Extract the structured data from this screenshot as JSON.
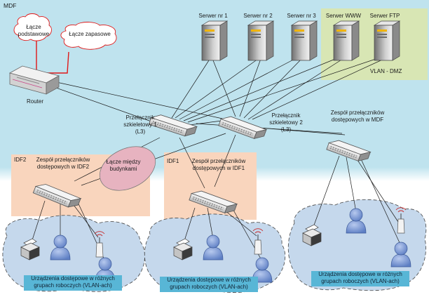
{
  "mdf_label": "MDF",
  "links": {
    "primary": "Łącze\npodstawowe",
    "backup": "Łącze zapasowe",
    "inter_building": "Łącze między\nbudynkami"
  },
  "router_label": "Router",
  "servers": [
    "Serwer nr 1",
    "Serwer nr 2",
    "Serwer nr 3",
    "Serwer WWW",
    "Serwer FTP"
  ],
  "dmz_label": "VLAN - DMZ",
  "core_switch_1": "Przełącznik\nszkieletowy 1\n(L3)",
  "core_switch_2": "Przełącznik\nszkieletowy 2\n(L3)",
  "mdf_access": "Zespół przełączników\ndostępowych w MDF",
  "idf2": {
    "tag": "IDF2",
    "title": "Zespół przełączników\ndostępowych w IDF2"
  },
  "idf1": {
    "tag": "IDF1",
    "title": "Zespół przełączników\ndostępowych w IDF1"
  },
  "device_group_caption": "Urządzenia dostępowe w różnych\ngrupach roboczych (VLAN-ach)",
  "colors": {
    "mdf_background": "#bfe3ee",
    "dmz_background": "#d8e6b4",
    "idf_background": "#f9d5bd",
    "link_ellipse": "#e7b3c0",
    "caption_bar": "#58b6d6",
    "user_icon": "#7f9dd6",
    "cloud": "#c5d8ec",
    "primary_link_line": "#e01818"
  }
}
